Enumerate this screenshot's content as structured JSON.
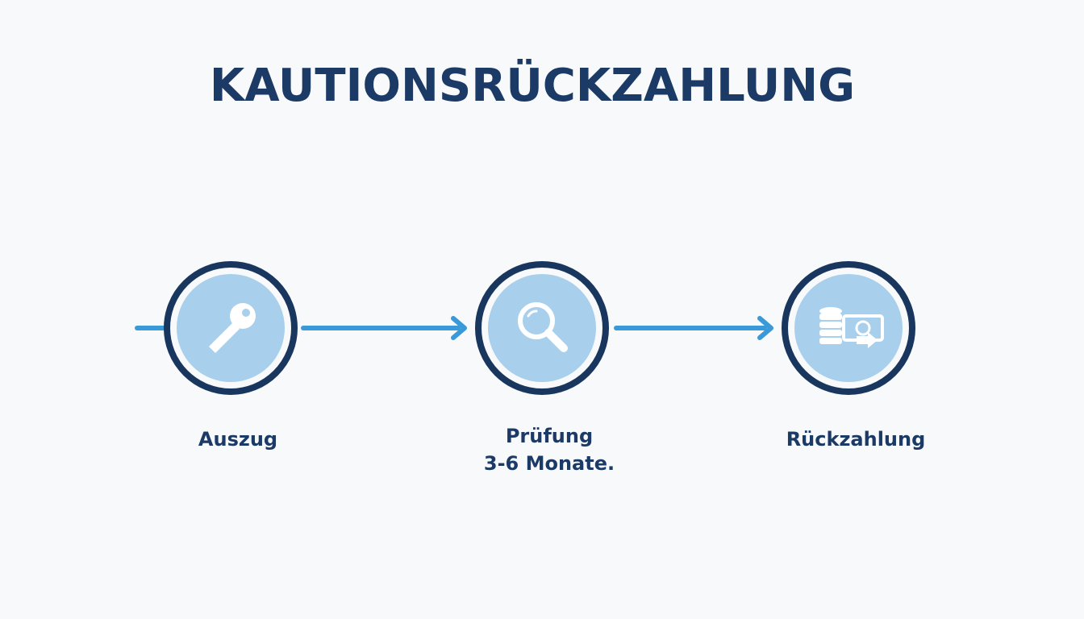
{
  "title": "KAUTIONSRÜCKZAHLUNG",
  "colors": {
    "title": "#1b3a66",
    "circle_border": "#18365e",
    "circle_fill": "#a8cfec",
    "arrow": "#3a9ad9",
    "icon": "#ffffff"
  },
  "steps": [
    {
      "label": "Auszug",
      "sublabel": "",
      "icon": "key-icon"
    },
    {
      "label": "Prüfung",
      "sublabel": "3-6 Monate.",
      "icon": "magnifier-icon"
    },
    {
      "label": "Rückzahlung",
      "sublabel": "",
      "icon": "money-transfer-icon"
    }
  ]
}
